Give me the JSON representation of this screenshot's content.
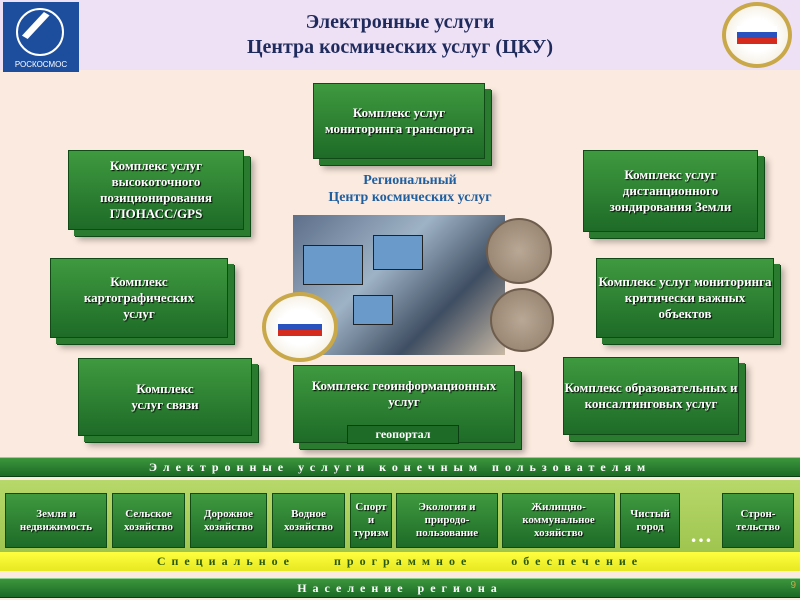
{
  "header": {
    "logo_text": "РОСКОСМОС",
    "title_line1": "Электронные услуги",
    "title_line2": "Центра космических услуг (ЦКУ)"
  },
  "center": {
    "title_line1": "Региональный",
    "title_line2": "Центр космических услуг"
  },
  "complexes": {
    "transport": "Комплекс услуг мониторинга транспорта",
    "glonass": "Комплекс услуг высокоточного позиционирования ГЛОНАСС/GPS",
    "remote_sensing": "Комплекс услуг дистанционного зондирования Земли",
    "cartographic": "Комплекс картографических услуг",
    "critical": "Комплекс услуг мониторинга критически важных объектов",
    "communication": "Комплекс услуг связи",
    "geoinfo": "Комплекс геоинформационных услуг",
    "geoportal": "геопортал",
    "education": "Комплекс образовательных и консалтинговых услуг"
  },
  "bars": {
    "end_users": "Электронные услуги конечным пользователям",
    "software": "Специальное программное обеспечение",
    "population": "Население региона"
  },
  "sectors": [
    "Земля и недвижимость",
    "Сельское хозяйство",
    "Дорожное хозяйство",
    "Водное хозяйство",
    "Спорт и туризм",
    "Экология и природо-пользование",
    "Жилищно-коммунальное хозяйство",
    "Чистый город",
    "Строн-тельство"
  ],
  "ellipsis": "…",
  "page_number": "9"
}
